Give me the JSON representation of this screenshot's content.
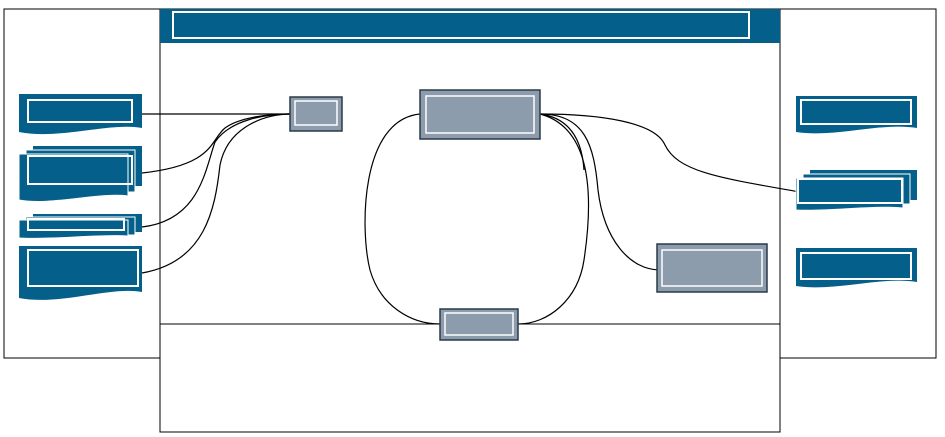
{
  "colors": {
    "accent": "#04608a",
    "process_fill": "#8c9cac",
    "process_stroke": "#2b3a48",
    "line": "#000000",
    "background": "#ffffff"
  },
  "diagram": {
    "header_title": "",
    "nodes": {
      "left_doc_1": {
        "shape": "document",
        "label": ""
      },
      "left_doc_2": {
        "shape": "multi-document",
        "label": ""
      },
      "left_doc_3": {
        "shape": "multi-document",
        "label": ""
      },
      "left_doc_4": {
        "shape": "document",
        "label": ""
      },
      "right_doc_1": {
        "shape": "document",
        "label": ""
      },
      "right_doc_2": {
        "shape": "multi-document",
        "label": ""
      },
      "right_doc_3": {
        "shape": "document",
        "label": ""
      },
      "process_small": {
        "shape": "process",
        "label": ""
      },
      "process_top": {
        "shape": "process",
        "label": ""
      },
      "process_right": {
        "shape": "process",
        "label": ""
      },
      "process_bottom": {
        "shape": "process",
        "label": ""
      }
    }
  }
}
